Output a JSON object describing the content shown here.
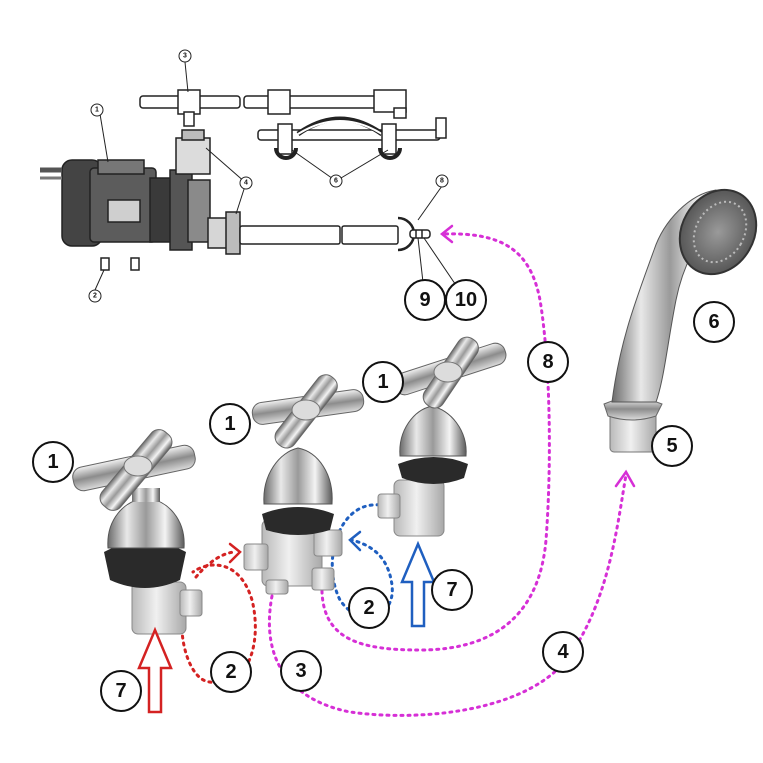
{
  "colors": {
    "hot": "#d42222",
    "cold": "#1f5fc0",
    "mixed": "#d62fd6",
    "outline": "#111111"
  },
  "schematic_callouts": {
    "c1": "1",
    "c2": "2",
    "c3": "3",
    "c4": "4",
    "c6": "6",
    "c8": "8",
    "c9": "9",
    "c10": "10"
  },
  "main_callouts": {
    "handle_left": "1",
    "handle_center": "1",
    "handle_right": "1",
    "hot_link": "2",
    "cold_link": "2",
    "outlet_hose": "3",
    "hose_to_shower": "4",
    "shower_connector": "5",
    "shower_head": "6",
    "hot_inlet": "7",
    "cold_inlet": "7",
    "hose_to_pump": "8"
  },
  "icons": [
    "cross-handle-valve-icon",
    "hand-shower-icon",
    "pump-motor-icon",
    "inlet-arrow-icon"
  ]
}
